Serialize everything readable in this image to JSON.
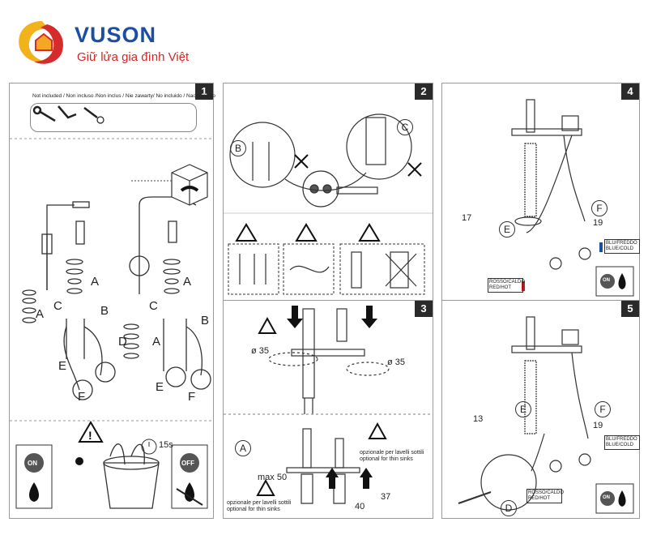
{
  "brand": {
    "name": "VUSON",
    "tagline": "Giữ lửa gia đình Việt"
  },
  "panels": [
    {
      "number": "1",
      "not_included": "Not included / Non incluso /Non inclus / Nie zawarty/ No incluido / Nao incluido",
      "labels": [
        "A",
        "B",
        "C",
        "D",
        "E",
        "F",
        "A",
        "B",
        "C",
        "A",
        "E",
        "F",
        "A"
      ],
      "timer": "15s",
      "on": "ON",
      "off": "OFF"
    },
    {
      "number": "2",
      "labels": [
        "B",
        "C"
      ]
    },
    {
      "number": "3",
      "dia": "ø 35",
      "circle_label": "A",
      "max": "max 50",
      "optional": "opzionale per lavelli sottili optional for thin sinks",
      "torque_a": "37",
      "torque_b": "40"
    },
    {
      "number": "4",
      "labels": [
        "E",
        "F"
      ],
      "torque_a": "17",
      "torque_b": "19",
      "cold": "BLU/FREDDO BLUE/COLD",
      "hot": "ROSSO/CALDO RED/HOT",
      "on": "ON"
    },
    {
      "number": "5",
      "labels": [
        "E",
        "F",
        "D"
      ],
      "torque_a": "13",
      "torque_b": "19",
      "cold": "BLU/FREDDO BLUE/COLD",
      "hot": "ROSSO/CALDO RED/HOT",
      "on": "ON"
    }
  ]
}
